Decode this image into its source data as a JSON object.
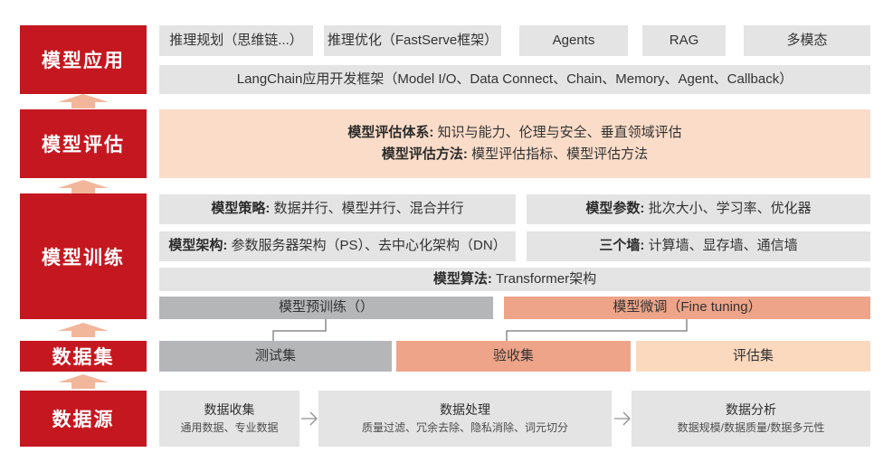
{
  "colors": {
    "red": "#C5171F",
    "arrow": "#F2B79B",
    "gray-light": "#E4E4E4",
    "gray-mid": "#B4B6B8",
    "salmon": "#EEA489",
    "peach-box": "#FADCC8",
    "peach-light": "#FBD9BE"
  },
  "stages": [
    {
      "label": "模型应用"
    },
    {
      "label": "模型评估"
    },
    {
      "label": "模型训练"
    },
    {
      "label": "数据集"
    },
    {
      "label": "数据源"
    }
  ],
  "application": {
    "items": [
      "推理规划（思维链...）",
      "推理优化（FastServe框架）",
      "Agents",
      "RAG",
      "多模态"
    ],
    "framework": "LangChain应用开发框架（Model I/O、Data Connect、Chain、Memory、Agent、Callback）"
  },
  "evaluation": {
    "line1_label": "模型评估体系:",
    "line1_text": " 知识与能力、伦理与安全、垂直领域评估",
    "line2_label": "模型评估方法:",
    "line2_text": " 模型评估指标、模型评估方法"
  },
  "training": {
    "strategy_label": "模型策略:",
    "strategy_text": " 数据并行、模型并行、混合并行",
    "architecture_label": "模型架构:",
    "architecture_text": " 参数服务器架构（PS）、去中心化架构（DN）",
    "parameters_label": "模型参数:",
    "parameters_text": " 批次大小、学习率、优化器",
    "walls_label": "三个墙:",
    "walls_text": " 计算墙、显存墙、通信墙",
    "algorithm_label": "模型算法:",
    "algorithm_text": " Transformer架构",
    "pretrain": "模型预训练（）",
    "finetune": "模型微调（Fine tuning）"
  },
  "datasets": {
    "test": "测试集",
    "acceptance": "验收集",
    "evaluation": "评估集"
  },
  "source": {
    "collect_title": "数据收集",
    "collect_subtitle": "通用数据、专业数据",
    "process_title": "数据处理",
    "process_subtitle": "质量过滤、冗余去除、隐私消除、词元切分",
    "analyze_title": "数据分析",
    "analyze_subtitle": "数据规模/数据质量/数据多元性"
  }
}
